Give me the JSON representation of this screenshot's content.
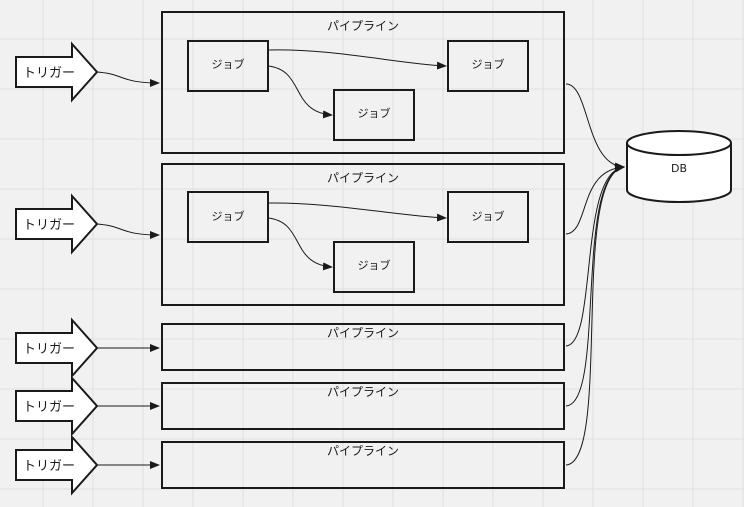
{
  "pipelines": [
    {
      "label": "パイプライン",
      "trigger": "トリガー",
      "jobs": [
        {
          "label": "ジョブ"
        },
        {
          "label": "ジョブ"
        },
        {
          "label": "ジョブ"
        }
      ]
    },
    {
      "label": "パイプライン",
      "trigger": "トリガー",
      "jobs": [
        {
          "label": "ジョブ"
        },
        {
          "label": "ジョブ"
        },
        {
          "label": "ジョブ"
        }
      ]
    },
    {
      "label": "パイプライン",
      "trigger": "トリガー",
      "jobs": []
    },
    {
      "label": "パイプライン",
      "trigger": "トリガー",
      "jobs": []
    },
    {
      "label": "パイプライン",
      "trigger": "トリガー",
      "jobs": []
    }
  ],
  "database": {
    "label": "DB"
  },
  "colors": {
    "background": "#f1f1f1",
    "grid": "#e0e0e0",
    "stroke": "#1a1a1a"
  }
}
